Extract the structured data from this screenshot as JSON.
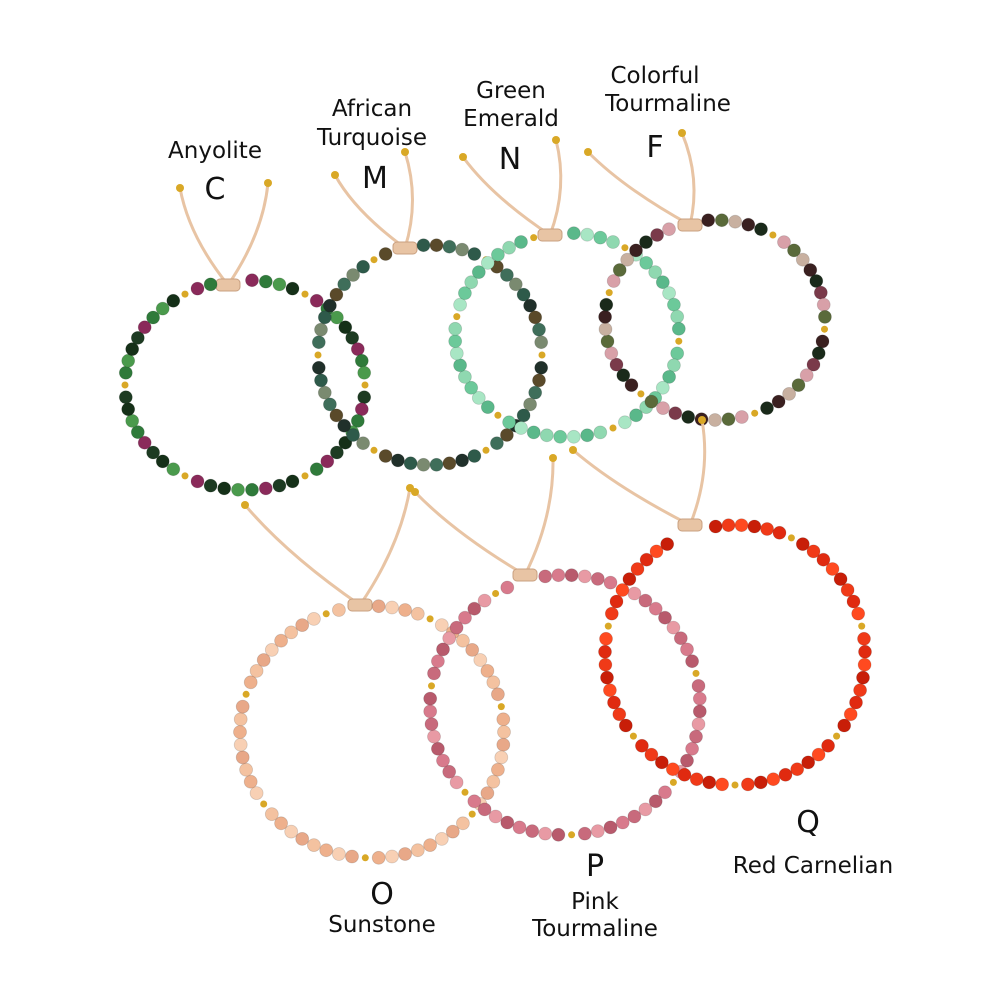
{
  "labels": {
    "C": {
      "name": "Anyolite",
      "letter": "C"
    },
    "M": {
      "name_line1": "African",
      "name_line2": "Turquoise",
      "letter": "M"
    },
    "N": {
      "name_line1": "Green",
      "name_line2": "Emerald",
      "letter": "N"
    },
    "F": {
      "name_line1": "Colorful",
      "name_line2": "Tourmaline",
      "letter": "F"
    },
    "O": {
      "name": "Sunstone",
      "letter": "O"
    },
    "P": {
      "name_line1": "Pink",
      "name_line2": "Tourmaline",
      "letter": "P"
    },
    "Q": {
      "name": "Red Carnelian",
      "letter": "Q"
    }
  },
  "colors": {
    "cord": "#e8c4a4",
    "gold": "#d9a826",
    "C": [
      "#2f7a3a",
      "#1d3b22",
      "#4a9a4c",
      "#8a2a5a",
      "#153018"
    ],
    "M": [
      "#3f6e5a",
      "#20302a",
      "#7a8a70",
      "#5a4a2a",
      "#2e5a4a"
    ],
    "N": [
      "#8fd8b0",
      "#6cc99a",
      "#a8e6c4",
      "#5ab88a"
    ],
    "F": [
      "#1a2a1a",
      "#7a3a4a",
      "#d8a0a8",
      "#5a6a3a",
      "#c8b0a0",
      "#3a2020"
    ],
    "O": [
      "#f4c2a0",
      "#eeb08c",
      "#f8d0b4",
      "#e8a888"
    ],
    "P": [
      "#d87a8c",
      "#c86a7c",
      "#e89aa4",
      "#b85a6c"
    ],
    "Q": [
      "#e02a10",
      "#f03a18",
      "#c81e08",
      "#ff4a20"
    ]
  }
}
